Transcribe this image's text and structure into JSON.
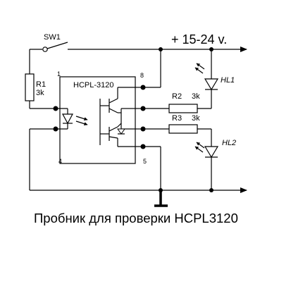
{
  "supply_label": "+ 15-24 v.",
  "switch_label": "SW1",
  "chip_label": "HCPL-3120",
  "r1": {
    "name": "R1",
    "value": "3k"
  },
  "r2": {
    "name": "R2",
    "value": "3k"
  },
  "r3": {
    "name": "R3",
    "value": "3k"
  },
  "led1_label": "HL1",
  "led2_label": "HL2",
  "pins": {
    "p1": "1",
    "p4": "4",
    "p5": "5",
    "p8": "8"
  },
  "caption": "Пробник для проверки HCPL3120"
}
